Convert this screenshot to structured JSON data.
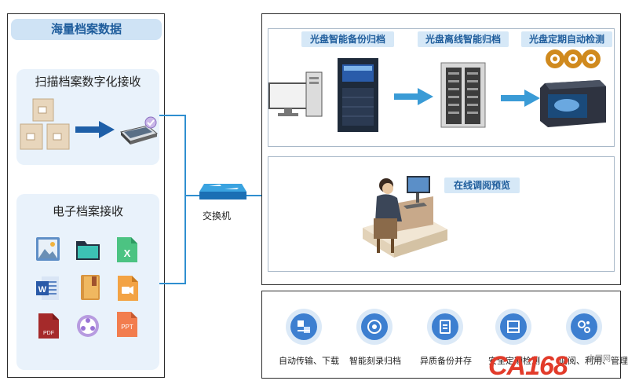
{
  "left": {
    "header": "海量档案数据",
    "scan_title": "扫描档案数字化接收",
    "electronic_title": "电子档案接收",
    "file_icons": [
      "image-file-icon",
      "folder-icon",
      "excel-file-icon",
      "word-file-icon",
      "book-file-icon",
      "video-file-icon",
      "pdf-file-icon",
      "media-file-icon",
      "ppt-file-icon"
    ],
    "file_labels": {
      "pdf": "PDF",
      "ppt": "PPT",
      "word": "W",
      "excel": "X"
    }
  },
  "switch_label": "交换机",
  "right_top": {
    "labels": [
      "光盘智能备份归档",
      "光盘离线智能归档",
      "光盘定期自动检测"
    ],
    "online_label": "在线调阅预览"
  },
  "features": [
    {
      "label": "自动传输、下载",
      "icon": "transfer-icon"
    },
    {
      "label": "智能刻录归档",
      "icon": "disc-icon"
    },
    {
      "label": "异质备份并存",
      "icon": "backup-icon"
    },
    {
      "label": "安全定期检测",
      "icon": "scan-icon"
    },
    {
      "label": "调阅、利用、管理",
      "icon": "gears-icon"
    }
  ],
  "watermark": {
    "text": "CA168",
    "sub": "中国网"
  },
  "colors": {
    "accent": "#2f8fd0",
    "header_bg": "#cfe3f5",
    "panel_bg": "#e9f2fb"
  }
}
